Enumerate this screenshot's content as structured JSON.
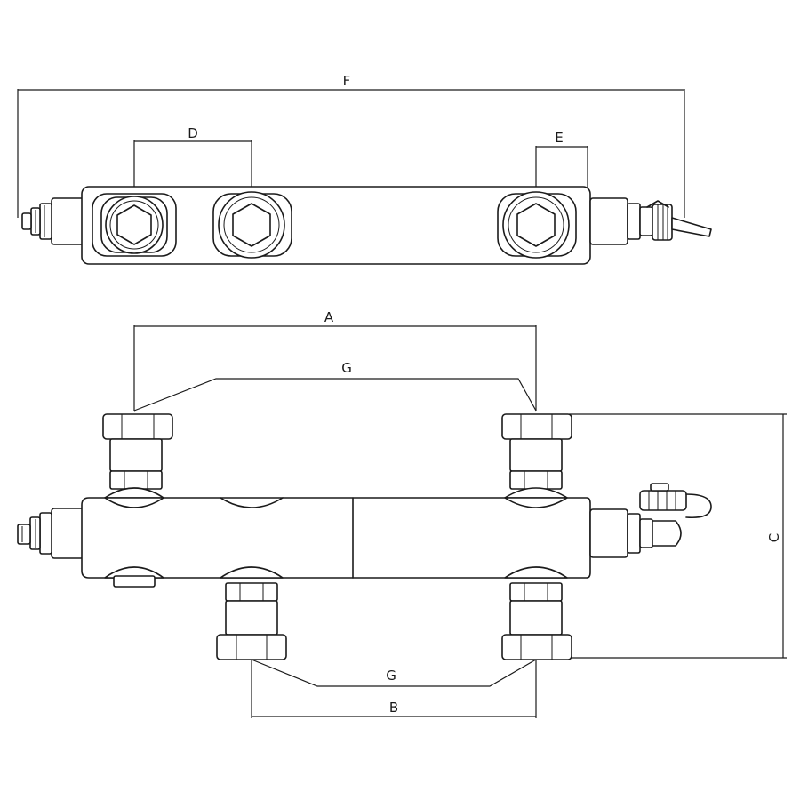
{
  "labels": {
    "F": "F",
    "D": "D",
    "E": "E",
    "A": "A",
    "G_top": "G",
    "C": "C",
    "G_bottom": "G",
    "B": "B"
  }
}
